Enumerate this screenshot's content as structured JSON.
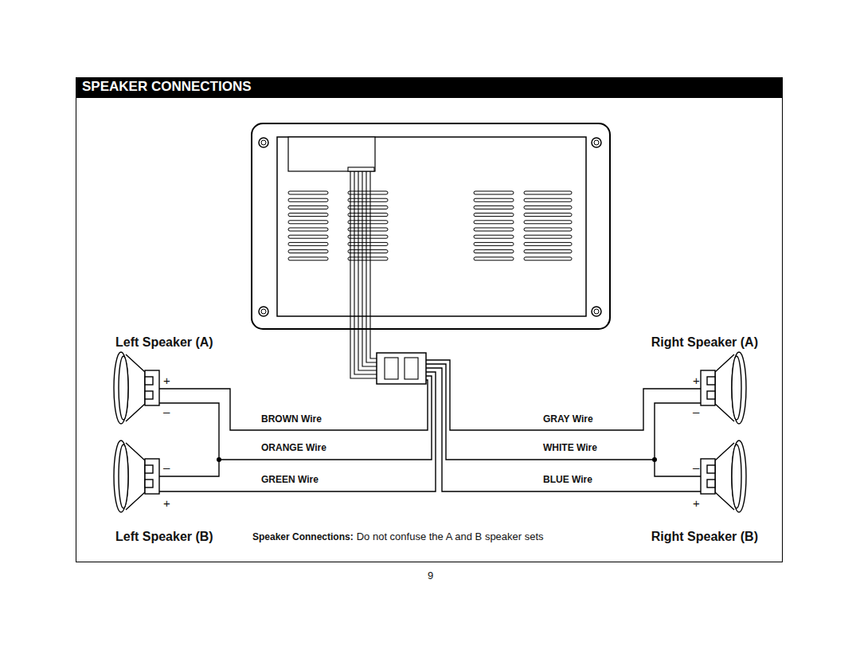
{
  "diagram": {
    "title": "SPEAKER CONNECTIONS",
    "nodes": [
      {
        "text": [
          "Left Speaker (A)"
        ]
      },
      {
        "text": [
          "Right Speaker (A)"
        ]
      },
      {
        "text": [
          "Left Speaker (B)"
        ]
      },
      {
        "text": [
          "Right Speaker (B)"
        ]
      }
    ],
    "labels": [
      "+",
      "–",
      "–",
      "+",
      "+",
      "–",
      "–",
      "+",
      "BROWN Wire",
      "ORANGE Wire",
      "GREEN Wire",
      "GRAY Wire",
      "WHITE Wire",
      "BLUE Wire",
      "Speaker Connections:",
      "Do not confuse the A and B speaker sets",
      "9"
    ]
  }
}
